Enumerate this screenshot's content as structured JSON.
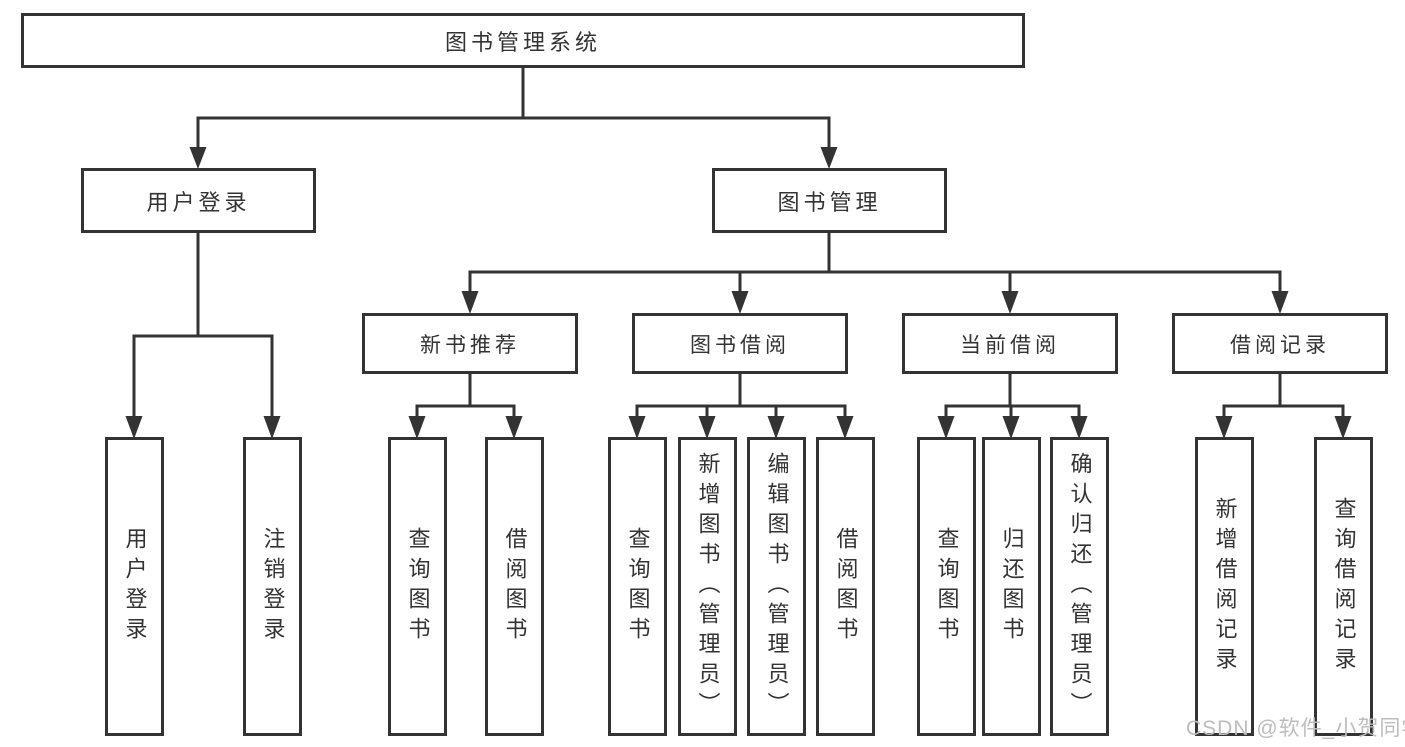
{
  "colors": {
    "line": "#333333",
    "border": "#333333",
    "text": "#333333",
    "box_bg": "#ffffff",
    "background": "#ffffff",
    "watermark": "#bdbdbd"
  },
  "watermark": "CSDN @软件_小贺同学",
  "tree": {
    "root": {
      "label": "图书管理系统"
    },
    "children": [
      {
        "label": "用户登录",
        "children": [
          {
            "label": "用户登录"
          },
          {
            "label": "注销登录"
          }
        ]
      },
      {
        "label": "图书管理",
        "children": [
          {
            "label": "新书推荐",
            "children": [
              {
                "label": "查询图书"
              },
              {
                "label": "借阅图书"
              }
            ]
          },
          {
            "label": "图书借阅",
            "children": [
              {
                "label": "查询图书"
              },
              {
                "label": "新增图书（管理员）"
              },
              {
                "label": "编辑图书（管理员）"
              },
              {
                "label": "借阅图书"
              }
            ]
          },
          {
            "label": "当前借阅",
            "children": [
              {
                "label": "查询图书"
              },
              {
                "label": "归还图书"
              },
              {
                "label": "确认归还（管理员）"
              }
            ]
          },
          {
            "label": "借阅记录",
            "children": [
              {
                "label": "新增借阅记录"
              },
              {
                "label": "查询借阅记录"
              }
            ]
          }
        ]
      }
    ]
  }
}
